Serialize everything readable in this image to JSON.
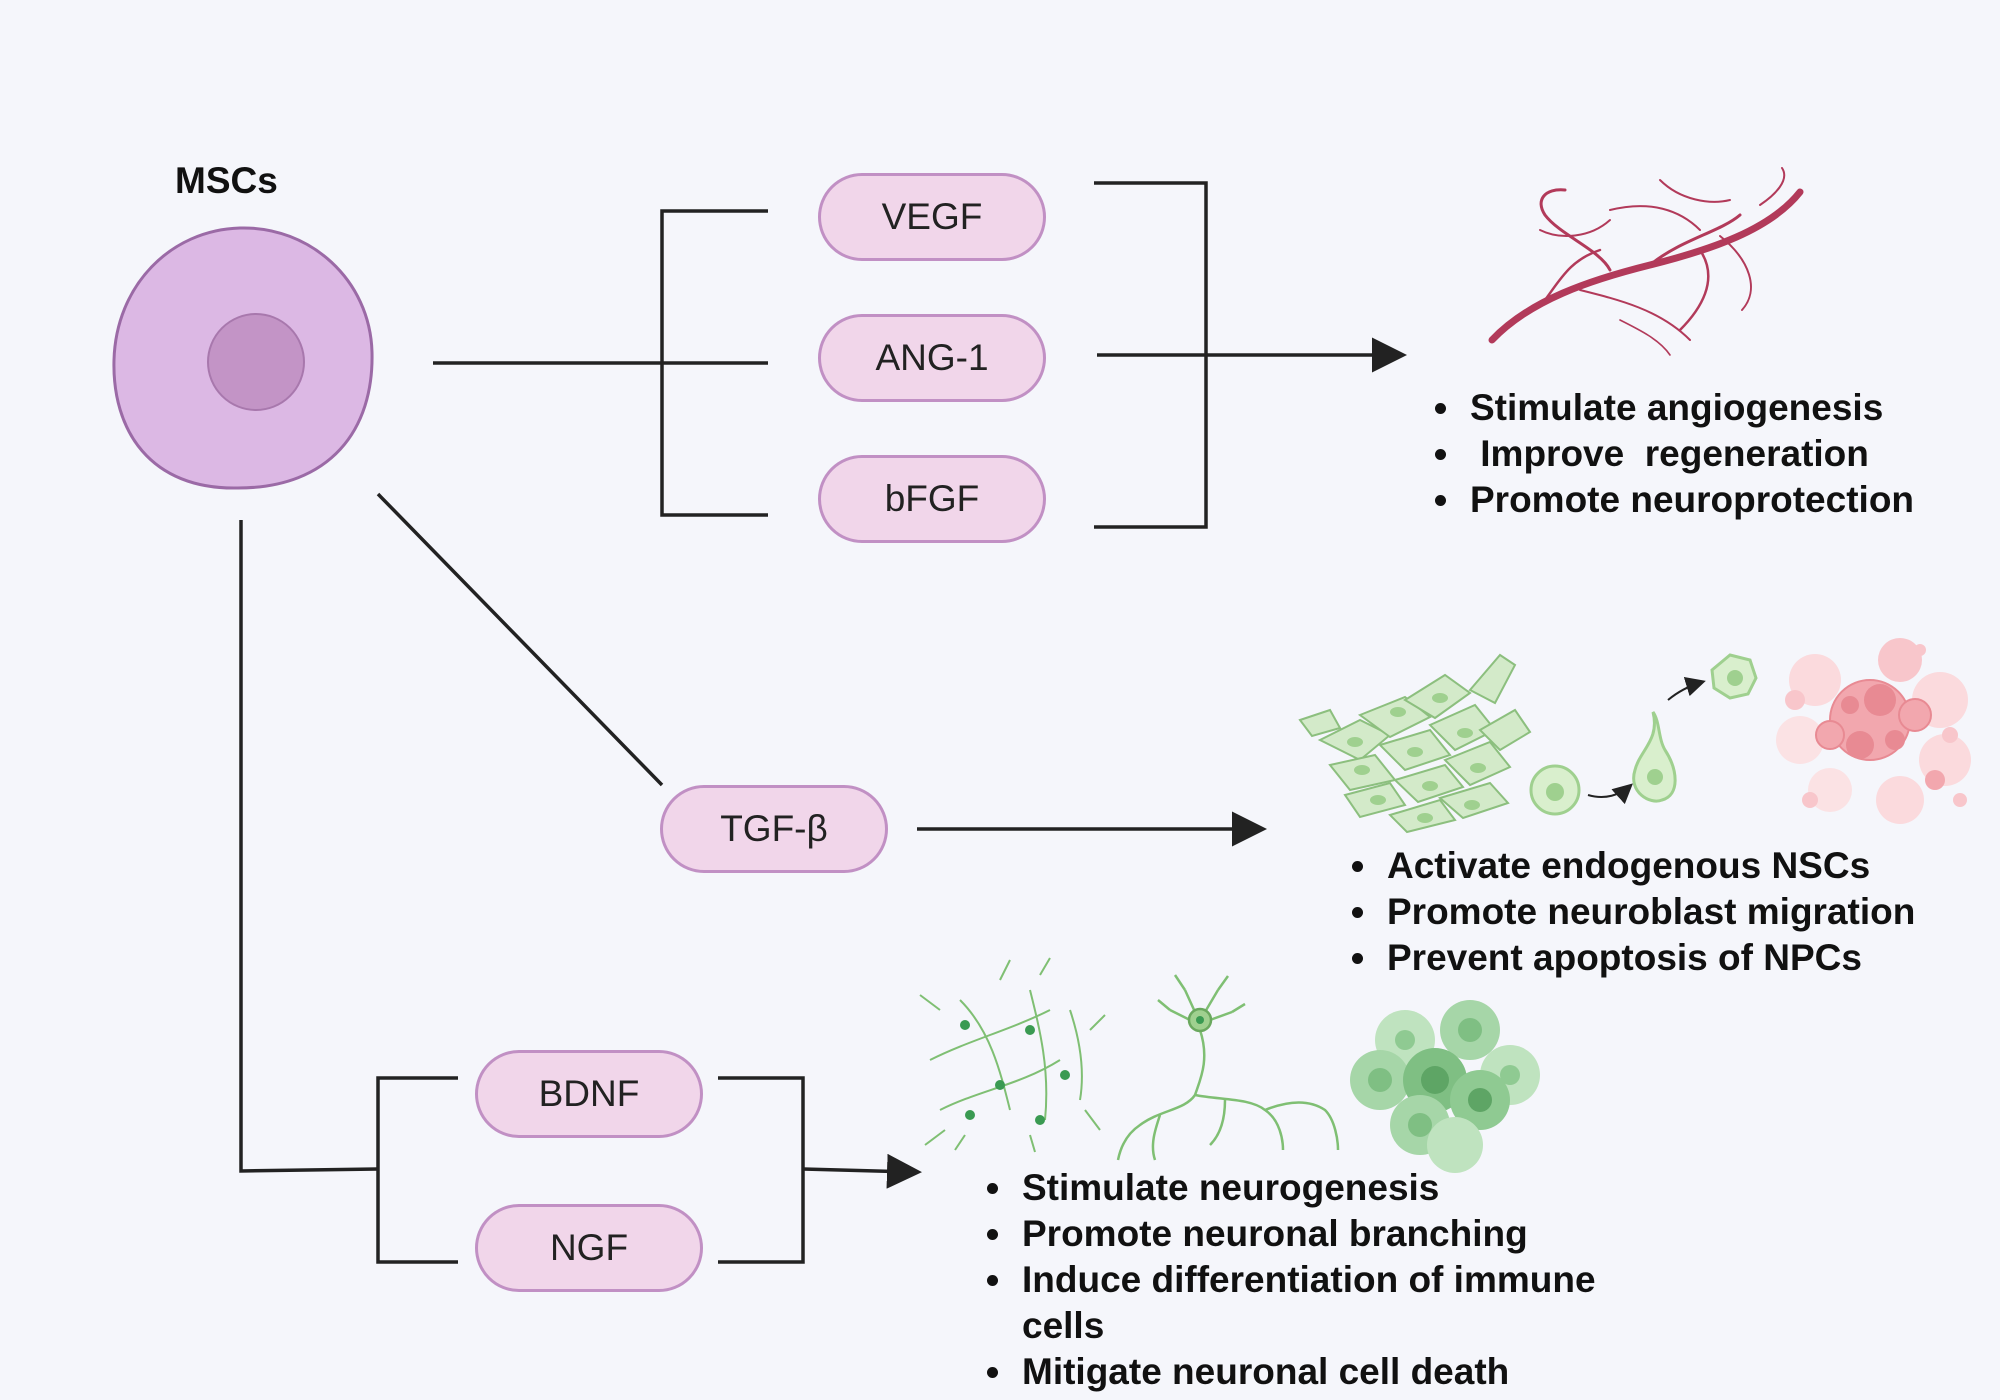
{
  "source_label": "MSCs",
  "factors": {
    "vegf": "VEGF",
    "ang1": "ANG-1",
    "bfgf": "bFGF",
    "tgfb": "TGF-β",
    "bdnf": "BDNF",
    "ngf": "NGF"
  },
  "outcomes": {
    "angiogenic": [
      "Stimulate angiogenesis",
      " Improve  regeneration",
      "Promote neuroprotection"
    ],
    "tgf": [
      "Activate endogenous NSCs",
      "Promote neuroblast migration",
      "Prevent apoptosis of NPCs"
    ],
    "neurotrophic": [
      "Stimulate neurogenesis",
      "Promote neuronal branching",
      "Induce differentiation of immune cells",
      "Mitigate neuronal cell death"
    ]
  },
  "colors": {
    "cell_fill": "#dcb8e4",
    "cell_stroke": "#9b6aa6",
    "nucleus_fill": "#c394c6",
    "pill_fill": "#f1d6ea",
    "pill_stroke": "#c190c4",
    "vessel": "#b23a5a",
    "green_cell": "#9fd08f",
    "red_cell": "#e88a93",
    "line": "#222222"
  },
  "icons": [
    "mesenchymal-stem-cell-icon",
    "blood-vessel-icon",
    "neural-stem-cells-icon",
    "neuroblast-migration-icon",
    "apoptotic-cells-icon",
    "neural-network-icon",
    "neuron-icon",
    "cell-cluster-icon"
  ]
}
